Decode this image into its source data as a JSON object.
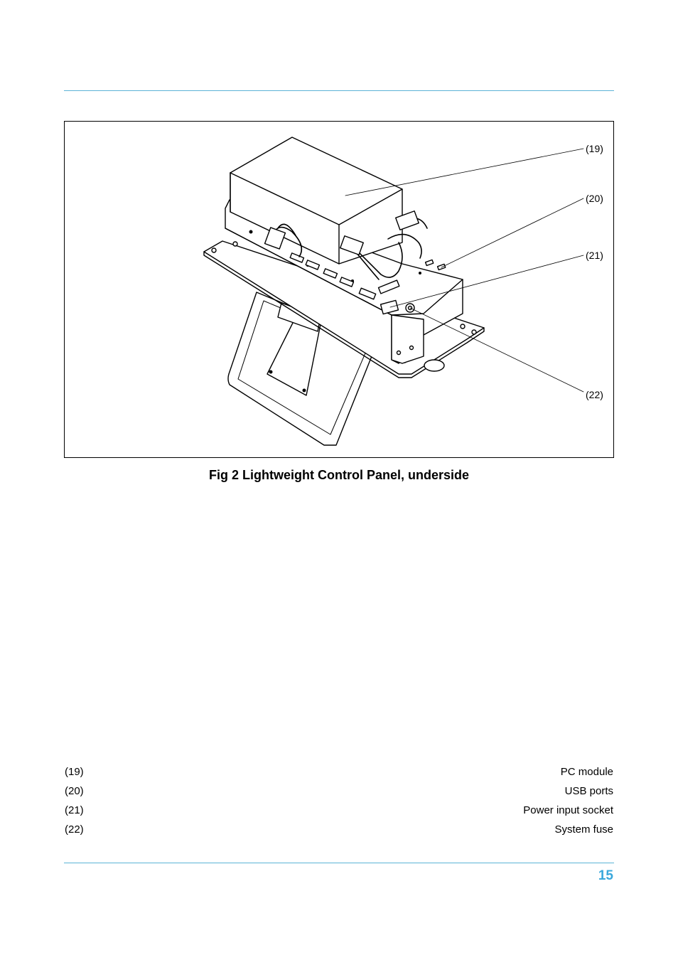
{
  "figure": {
    "callouts": [
      "(19)",
      "(20)",
      "(21)",
      "(22)"
    ],
    "caption": "Fig 2  Lightweight Control Panel, underside"
  },
  "legend": [
    {
      "number": "(19)",
      "text": "PC module"
    },
    {
      "number": "(20)",
      "text": "USB ports"
    },
    {
      "number": "(21)",
      "text": "Power input socket"
    },
    {
      "number": "(22)",
      "text": "System fuse"
    }
  ],
  "page_number": "15",
  "colors": {
    "rule": "#5bb3d6",
    "page_number": "#3aa8dc"
  }
}
